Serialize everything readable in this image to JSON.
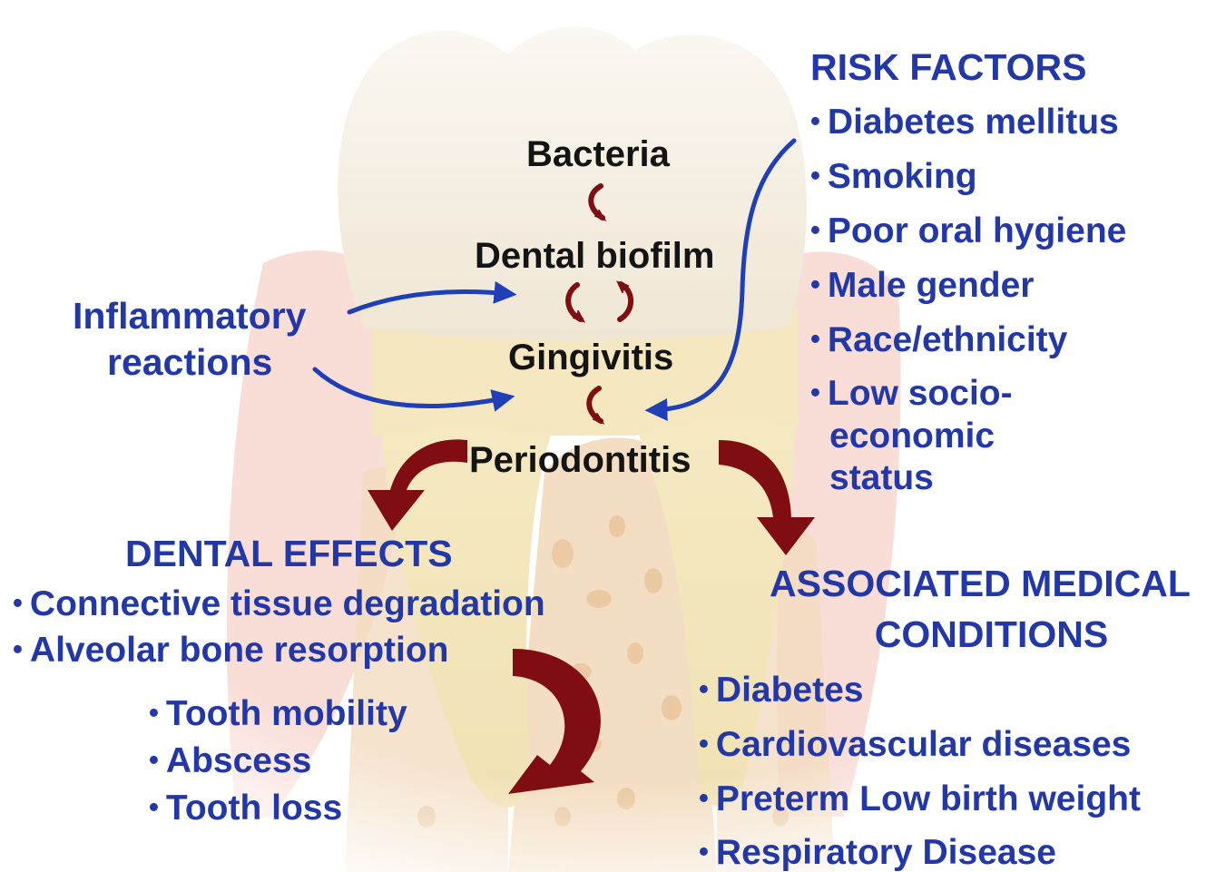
{
  "colors": {
    "text_dark": "#141414",
    "text_blue": "#2238a8",
    "arrow_red": "#7f0d12",
    "arrow_blue": "#1f3fb8",
    "enamel": "#f7f1e6",
    "dentin": "#f3e6bd",
    "gum": "#f6cfc6"
  },
  "cycle": {
    "bacteria": "Bacteria",
    "biofilm": "Dental biofilm",
    "gingivitis": "Gingivitis",
    "periodontitis": "Periodontitis"
  },
  "inflammatory": {
    "line1": "Inflammatory",
    "line2": "reactions"
  },
  "risk_factors": {
    "title": "RISK FACTORS",
    "items": [
      "Diabetes mellitus",
      "Smoking",
      "Poor oral hygiene",
      "Male gender",
      "Race/ethnicity",
      "Low socio-"
    ],
    "continuation": [
      "economic",
      "status"
    ]
  },
  "dental_effects": {
    "title": "DENTAL EFFECTS",
    "items": [
      "Connective tissue degradation",
      "Alveolar bone resorption"
    ],
    "consequences": [
      "Tooth mobility",
      "Abscess",
      "Tooth loss"
    ]
  },
  "medical": {
    "title_line1": "ASSOCIATED MEDICAL",
    "title_line2": "CONDITIONS",
    "items": [
      "Diabetes",
      "Cardiovascular diseases",
      "Preterm Low birth weight",
      "Respiratory Disease"
    ]
  }
}
